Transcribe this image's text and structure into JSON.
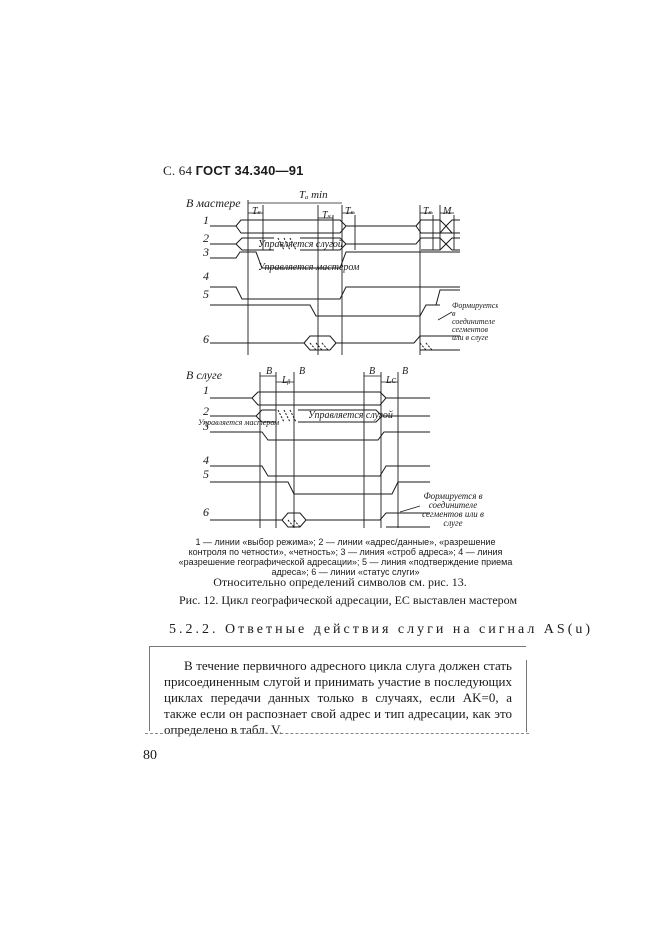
{
  "header": {
    "page_label": "С. 64",
    "standard": "ГОСТ 34.340—91"
  },
  "diagram": {
    "master_section_title": "В мастере",
    "slave_section_title": "В слуге",
    "line_numbers": [
      "1",
      "2",
      "3",
      "4",
      "5",
      "6"
    ],
    "timing_labels": {
      "ta_min": "Tₐ min",
      "ts": "Tₛ",
      "m": "M",
      "b": "B",
      "lb": "Lᵦ",
      "lc": "Lᴄ"
    },
    "master_annotations": {
      "controlled_by_slave": "Управляется слугой",
      "controlled_by_master": "Управляется мастером",
      "formed_note": "Формируется в соединителе сегментов или в слуге"
    },
    "slave_annotations": {
      "controlled_by_master": "Управляется мастером",
      "controlled_by_slave": "Управляется слугой",
      "formed_note": "Формируется в соединителе сегментов или в слуге"
    }
  },
  "legend": {
    "text": "1 — линии «выбор режима»; 2 — линии «адрес/данные», «разрешение контроля по четности», «четность»; 3 — линия «строб адреса»; 4 — линия «разрешение географической адресации»; 5 — линия «подтверждение приема адреса»; 6 — линии «статус слуги»"
  },
  "relative_note": "Относительно определений символов см. рис. 13.",
  "caption": "Рис. 12. Цикл географической адресации, ЕС выставлен мастером",
  "section_heading": "5.2.2. Ответные действия слуги на сигнал AS(u)",
  "paragraph": "В течение первичного адресного цикла слуга должен стать присоединенным слугой и принимать участие в последующих циклах передачи данных только в случаях, если AK=0, а также если он распознает свой адрес и тип адресации, как это определено в табл. V.",
  "page_number": "80"
}
